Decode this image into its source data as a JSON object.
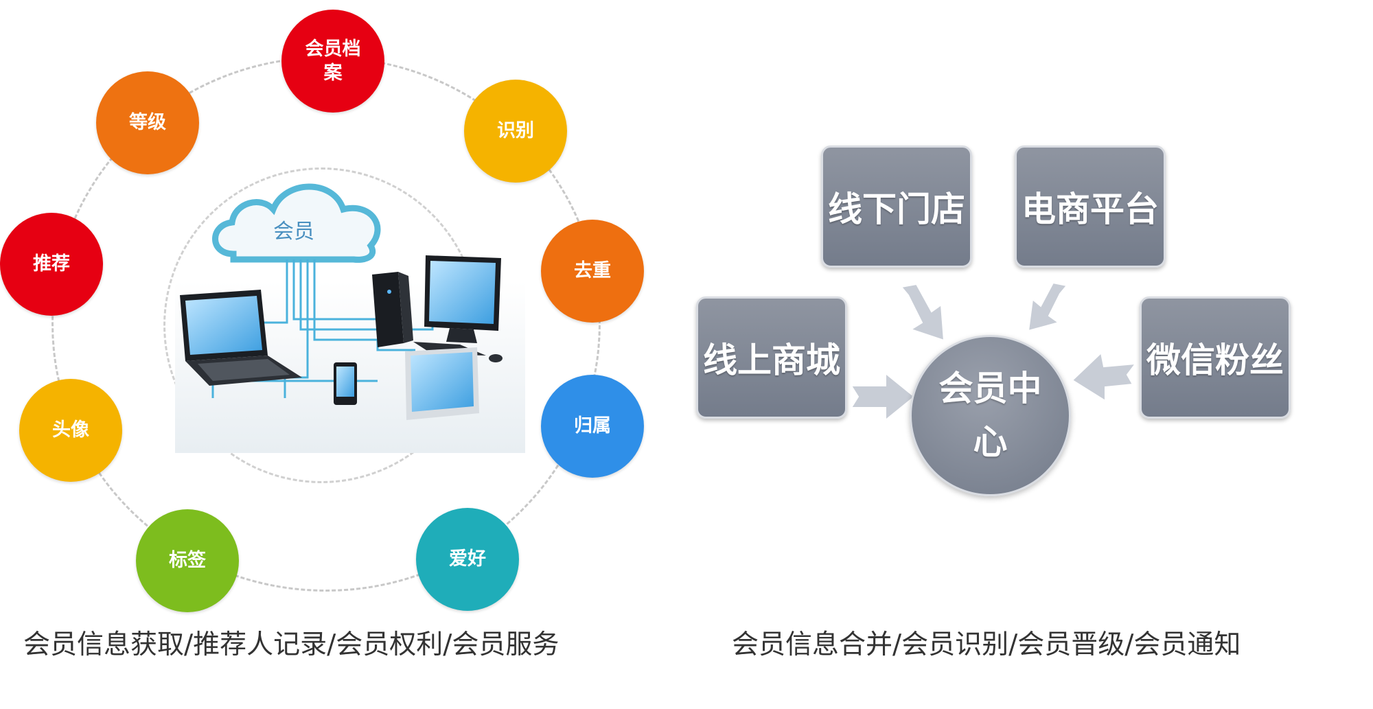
{
  "left_diagram": {
    "nodes": [
      {
        "label": "会员档案",
        "color": "#e60012"
      },
      {
        "label": "识别",
        "color": "#f5b300"
      },
      {
        "label": "去重",
        "color": "#ee6f10"
      },
      {
        "label": "归属",
        "color": "#2f8fe8"
      },
      {
        "label": "爱好",
        "color": "#1fadb9"
      },
      {
        "label": "标签",
        "color": "#7dbd1e"
      },
      {
        "label": "头像",
        "color": "#f5b300"
      },
      {
        "label": "推荐",
        "color": "#e60012"
      },
      {
        "label": "等级",
        "color": "#ee7211"
      }
    ],
    "cloud_label": "会员",
    "caption": "会员信息获取/推荐人记录/会员权利/会员服务"
  },
  "right_diagram": {
    "sources": {
      "offline_store": "线下门店",
      "ecommerce": "电商平台",
      "online_mall": "线上商城",
      "wechat_fans": "微信粉丝"
    },
    "hub": "会员中心",
    "caption": "会员信息合并/会员识别/会员晋级/会员通知"
  }
}
